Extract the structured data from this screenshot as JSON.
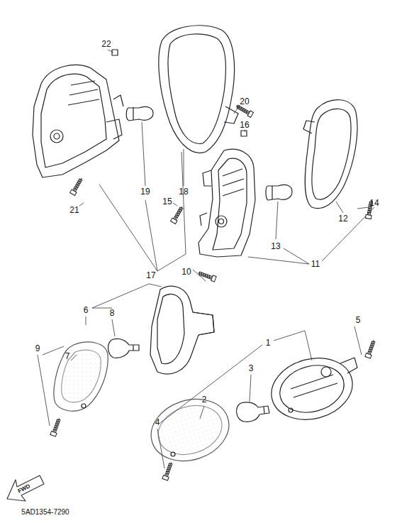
{
  "diagram": {
    "labels": [
      "22",
      "18",
      "20",
      "16",
      "19",
      "17",
      "21",
      "15",
      "14",
      "12",
      "13",
      "11",
      "10",
      "6",
      "8",
      "9",
      "7",
      "5",
      "1",
      "3",
      "2",
      "4",
      "FWD",
      "5AD1354-7290"
    ]
  }
}
